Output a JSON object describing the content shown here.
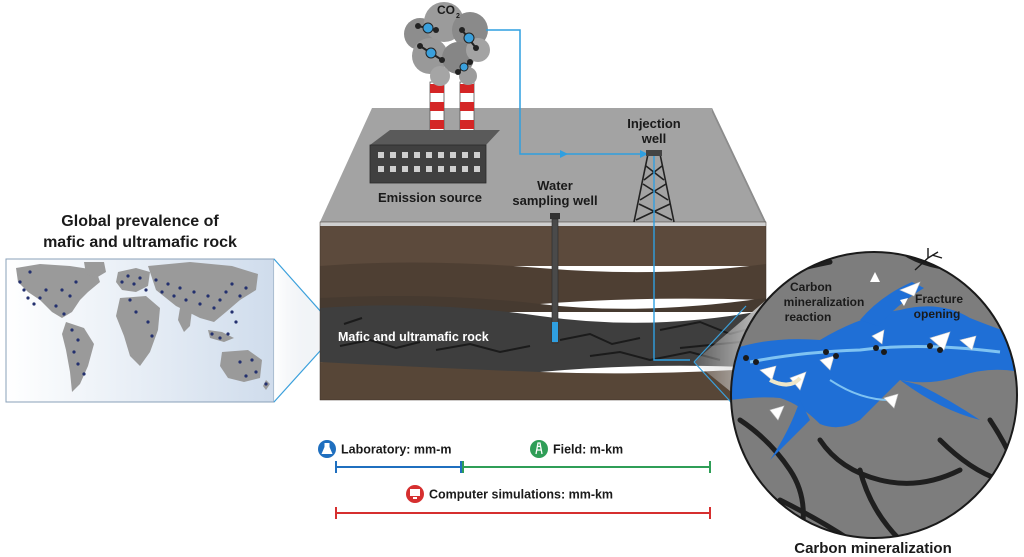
{
  "labels": {
    "co2_main": "CO",
    "co2_sub": "2",
    "emission_source": "Emission source",
    "injection_well_line1": "Injection",
    "injection_well_line2": "well",
    "water_well_line1": "Water",
    "water_well_line2": "sampling well",
    "mafic_rock": "Mafic and ultramafic rock",
    "global_title_line1": "Global prevalence of",
    "global_title_line2": "mafic and ultramafic rock",
    "carbon_reaction_line1": "Carbon",
    "carbon_reaction_line2": "mineralization",
    "carbon_reaction_line3": "reaction",
    "fracture_line1": "Fracture",
    "fracture_line2": "opening",
    "carbon_mineralization": "Carbon mineralization"
  },
  "scales": [
    {
      "label": "Laboratory: mm-m",
      "icon": "flask-icon",
      "color": "#1f6fbf"
    },
    {
      "label": "Field: m-km",
      "icon": "well-icon",
      "color": "#2f9e57"
    },
    {
      "label": "Computer simulations: mm-km",
      "icon": "computer-icon",
      "color": "#d62f2f"
    }
  ],
  "colors": {
    "co2_flow": "#2f9fe0",
    "ground_top": "#a3a3a3",
    "soil": "#5c4a3c",
    "mafic_layer": "#3e3e3e",
    "map_land": "#9a9a9a",
    "map_dots": "#23306e"
  }
}
